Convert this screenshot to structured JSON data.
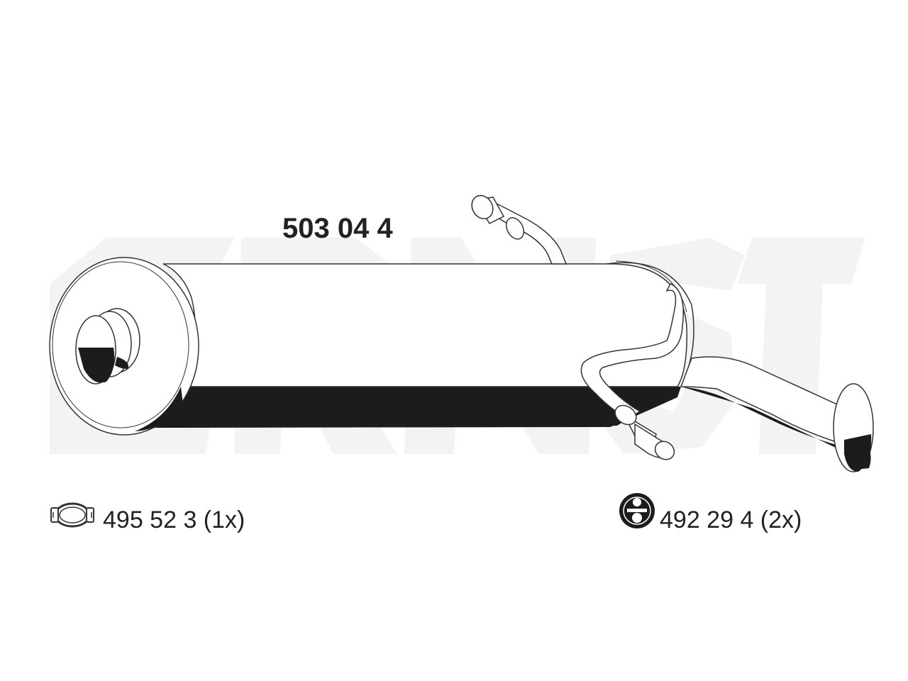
{
  "part": {
    "number": "503 04 4"
  },
  "watermark": {
    "brand": "ERNST",
    "color": "#f2f2f2"
  },
  "accessories": [
    {
      "icon": "clamp-icon",
      "label": "495 52 3 (1x)"
    },
    {
      "icon": "rubber-hanger-icon",
      "label": "492 29 4 (2x)"
    }
  ],
  "colors": {
    "outline": "#333333",
    "shadow": "#1c1c1c",
    "body": "#ffffff"
  }
}
